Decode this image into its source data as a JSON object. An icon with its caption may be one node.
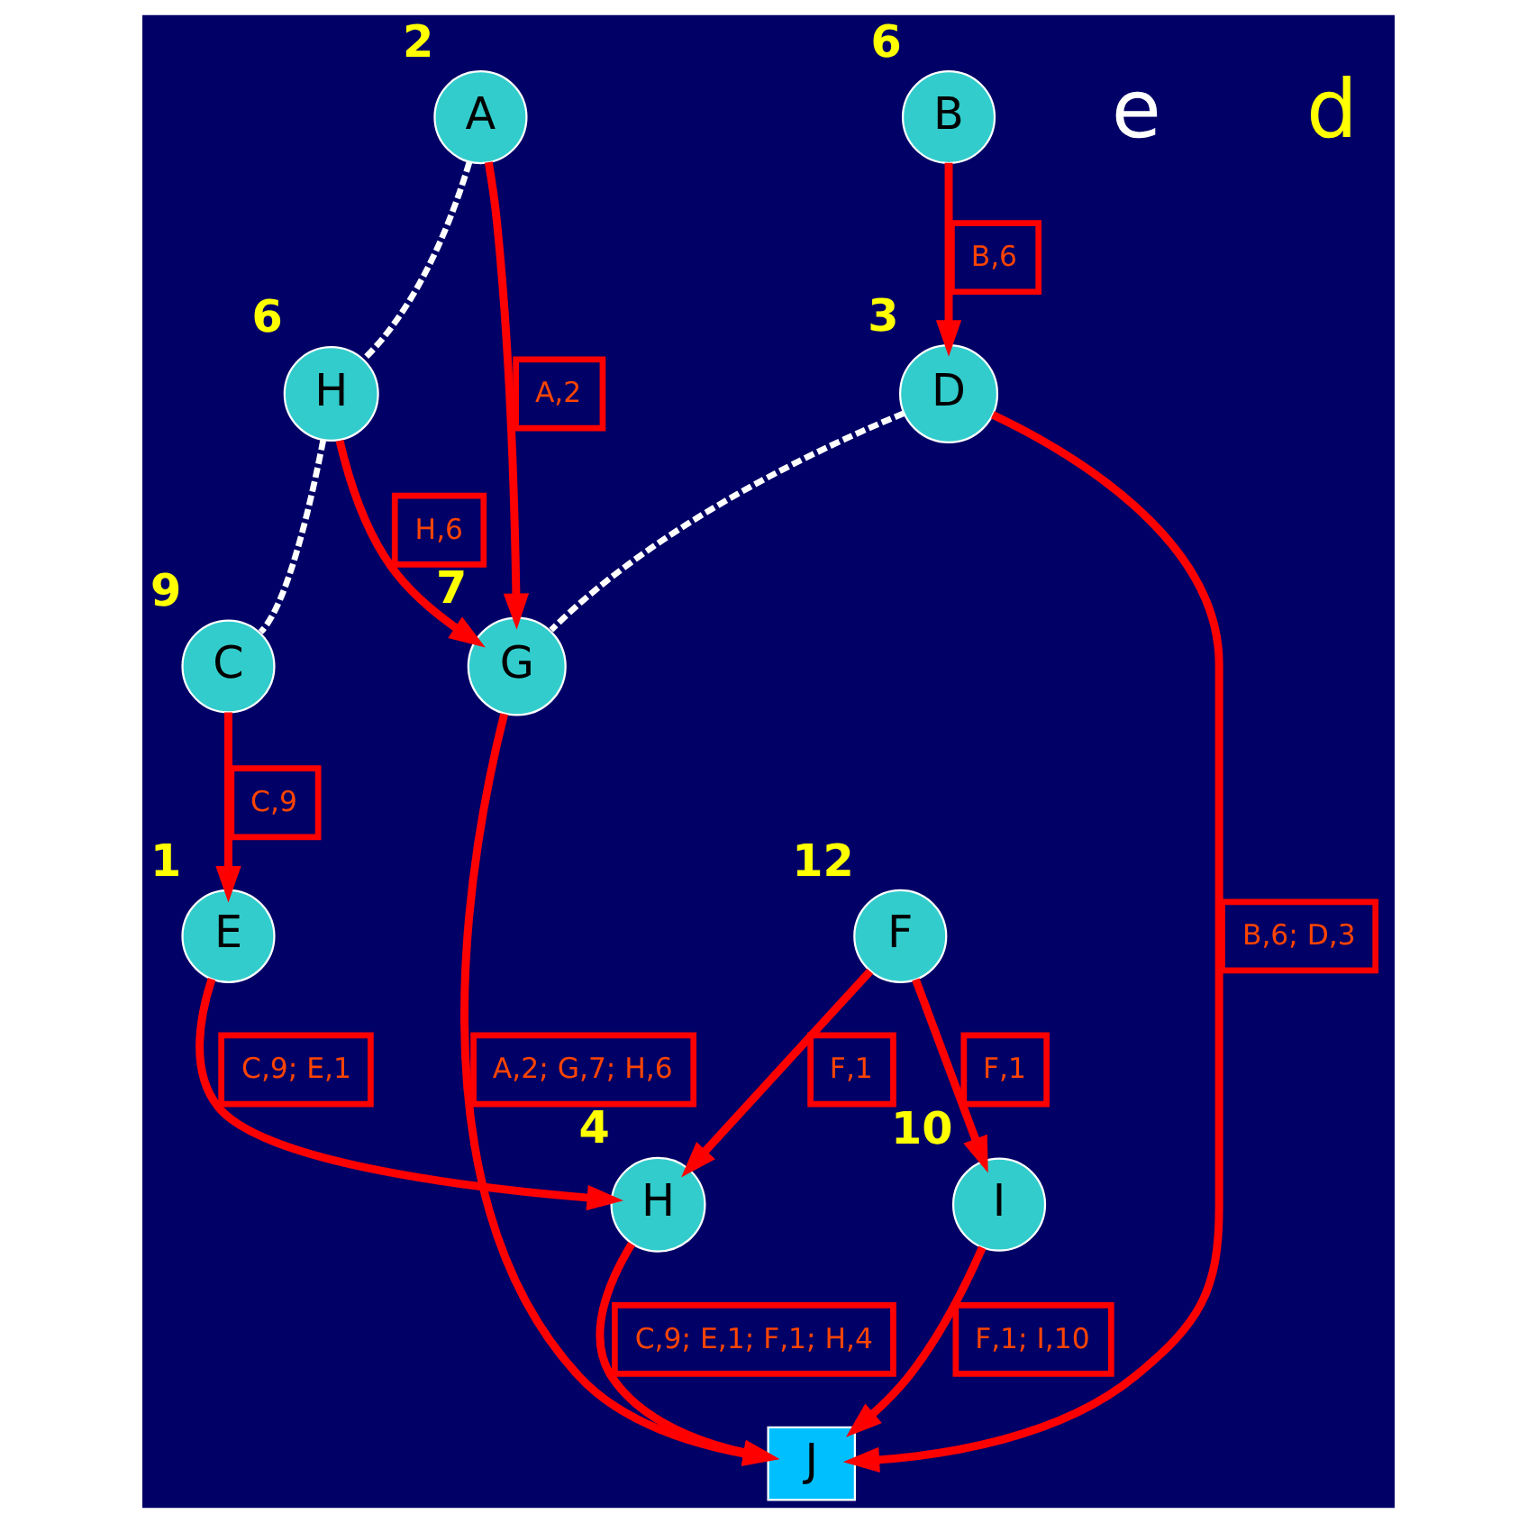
{
  "diagram": {
    "nodes": [
      {
        "text": [
          "B"
        ],
        "beside": [
          "6"
        ]
      },
      {
        "text": [
          "A"
        ],
        "beside": [
          "2"
        ]
      },
      {
        "text": [
          "D"
        ],
        "beside": [
          "3"
        ]
      },
      {
        "text": [
          "G"
        ],
        "beside": [
          "7"
        ]
      },
      {
        "text": [
          "J"
        ]
      },
      {
        "text": [
          "I"
        ],
        "beside": [
          "10"
        ]
      },
      {
        "text": [
          "H"
        ],
        "beside": [
          "6"
        ]
      },
      {
        "text": [
          "H"
        ],
        "beside": [
          "4"
        ]
      },
      {
        "text": [
          "C"
        ],
        "beside": [
          "9"
        ]
      },
      {
        "text": [
          "F"
        ],
        "beside": [
          "12"
        ]
      },
      {
        "text": [
          "E"
        ],
        "beside": [
          "1"
        ]
      }
    ],
    "edges": [
      {
        "from": 0,
        "to": 2,
        "arrow": "to",
        "label": "B,6"
      },
      {
        "from": 1,
        "to": 3,
        "arrow": "to",
        "label": "A,2"
      },
      {
        "from": 1,
        "to": 6,
        "arrow": "none",
        "style": "dashed",
        "color": "#ffffff"
      },
      {
        "from": 2,
        "to": 3,
        "arrow": "none",
        "style": "dashed",
        "color": "#ffffff"
      },
      {
        "from": 2,
        "to": 4,
        "arrow": "to",
        "label": "B,6; D,3"
      },
      {
        "from": 3,
        "to": 4,
        "arrow": "to",
        "label": "A,2; G,7; H,6"
      },
      {
        "from": 6,
        "to": 3,
        "arrow": "to",
        "label": "H,6"
      },
      {
        "from": 5,
        "to": 4,
        "arrow": "to",
        "label": "F,1; I,10"
      },
      {
        "from": 6,
        "to": 8,
        "arrow": "none",
        "style": "dashed",
        "color": "#ffffff"
      },
      {
        "from": 7,
        "to": 4,
        "arrow": "to",
        "label": "C,9; E,1; F,1; H,4"
      },
      {
        "from": 9,
        "to": 7,
        "arrow": "to",
        "label": "F,1"
      },
      {
        "from": 9,
        "to": 5,
        "arrow": "to",
        "label": "F,1"
      },
      {
        "from": 8,
        "to": 10,
        "arrow": "to",
        "label": "C,9"
      },
      {
        "from": 10,
        "to": 7,
        "arrow": "to",
        "label": "C,9; E,1"
      }
    ],
    "labels": [
      "e",
      "d"
    ]
  }
}
